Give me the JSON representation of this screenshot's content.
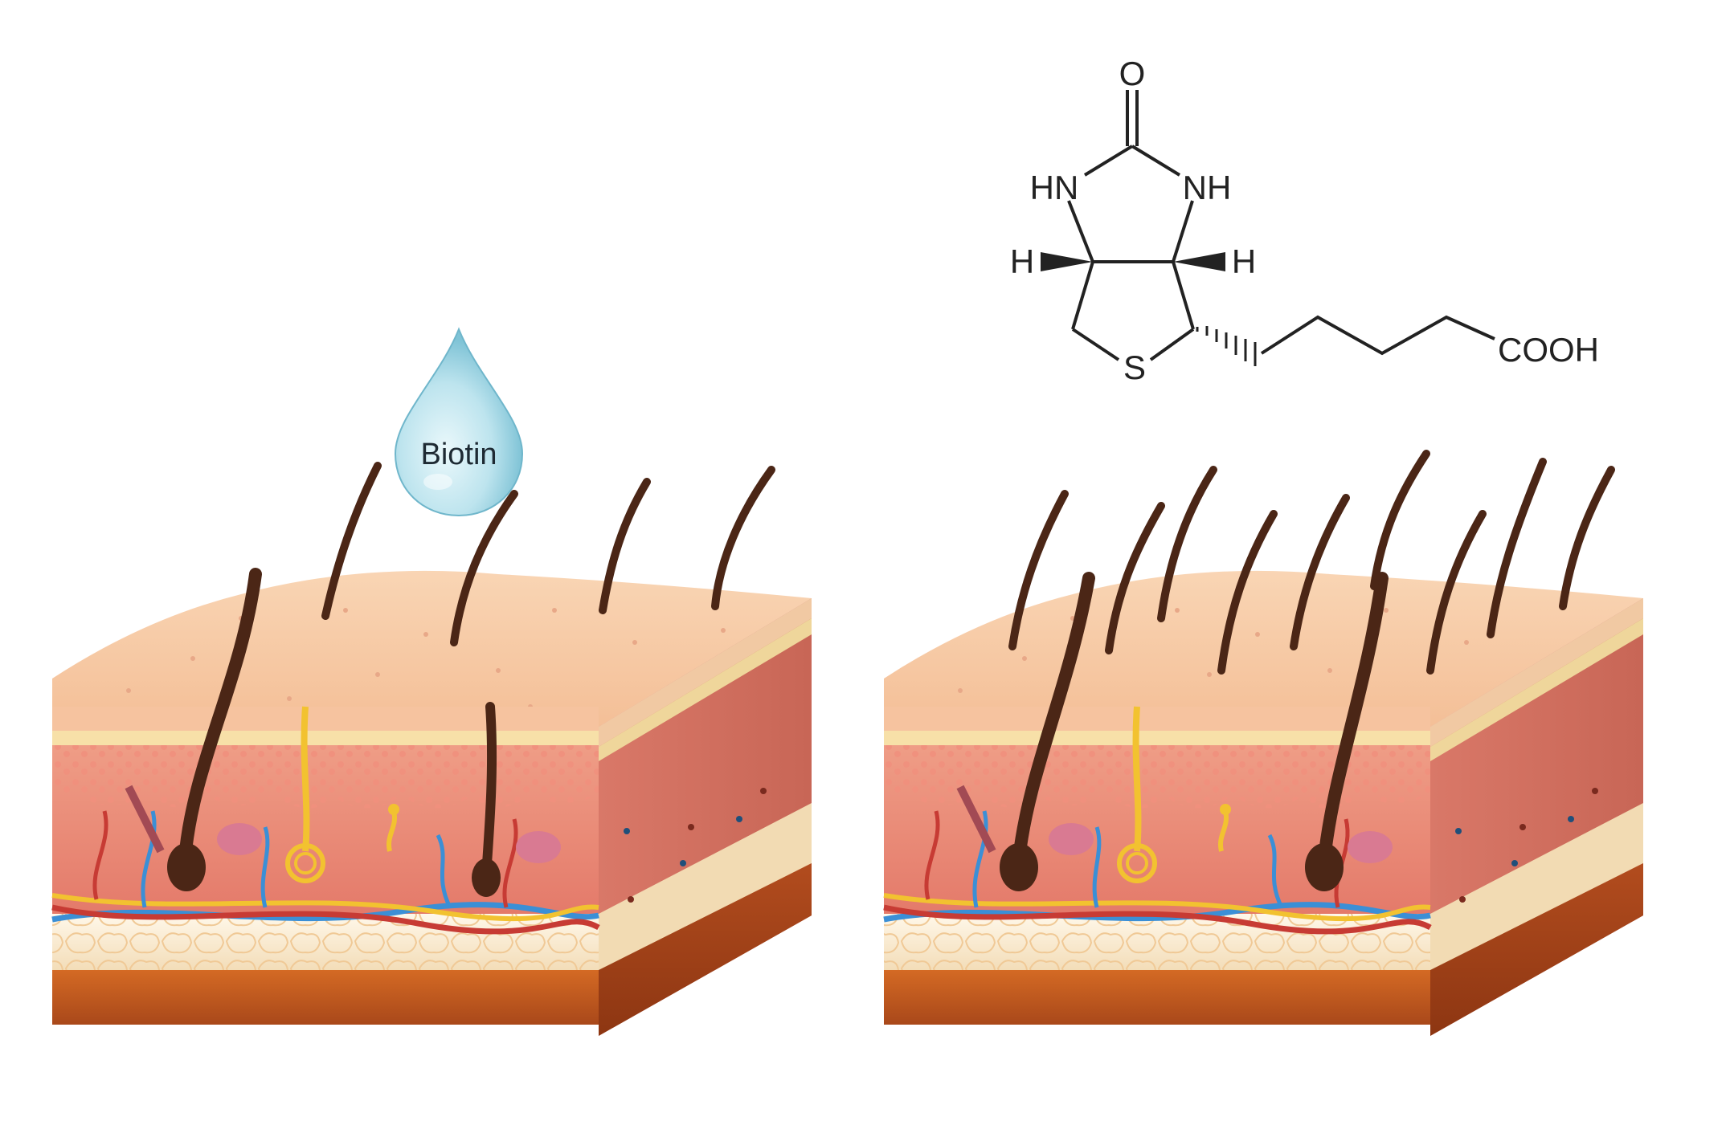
{
  "drop": {
    "label": "Biotin"
  },
  "molecule": {
    "oxygen": "O",
    "hn_left": "HN",
    "nh_right": "NH",
    "h_left": "H",
    "h_right": "H",
    "sulfur": "S",
    "acid": "COOH"
  },
  "colors": {
    "epidermis_top": "#f7cfae",
    "dermis": "#ea8a78",
    "fat": "#fbf1dc",
    "muscle": "#c45a1e",
    "hair": "#4b2616",
    "drop": "#bfe6ef",
    "vein": "#3b8fd6",
    "artery": "#c73b34",
    "nerve": "#f2c230"
  }
}
